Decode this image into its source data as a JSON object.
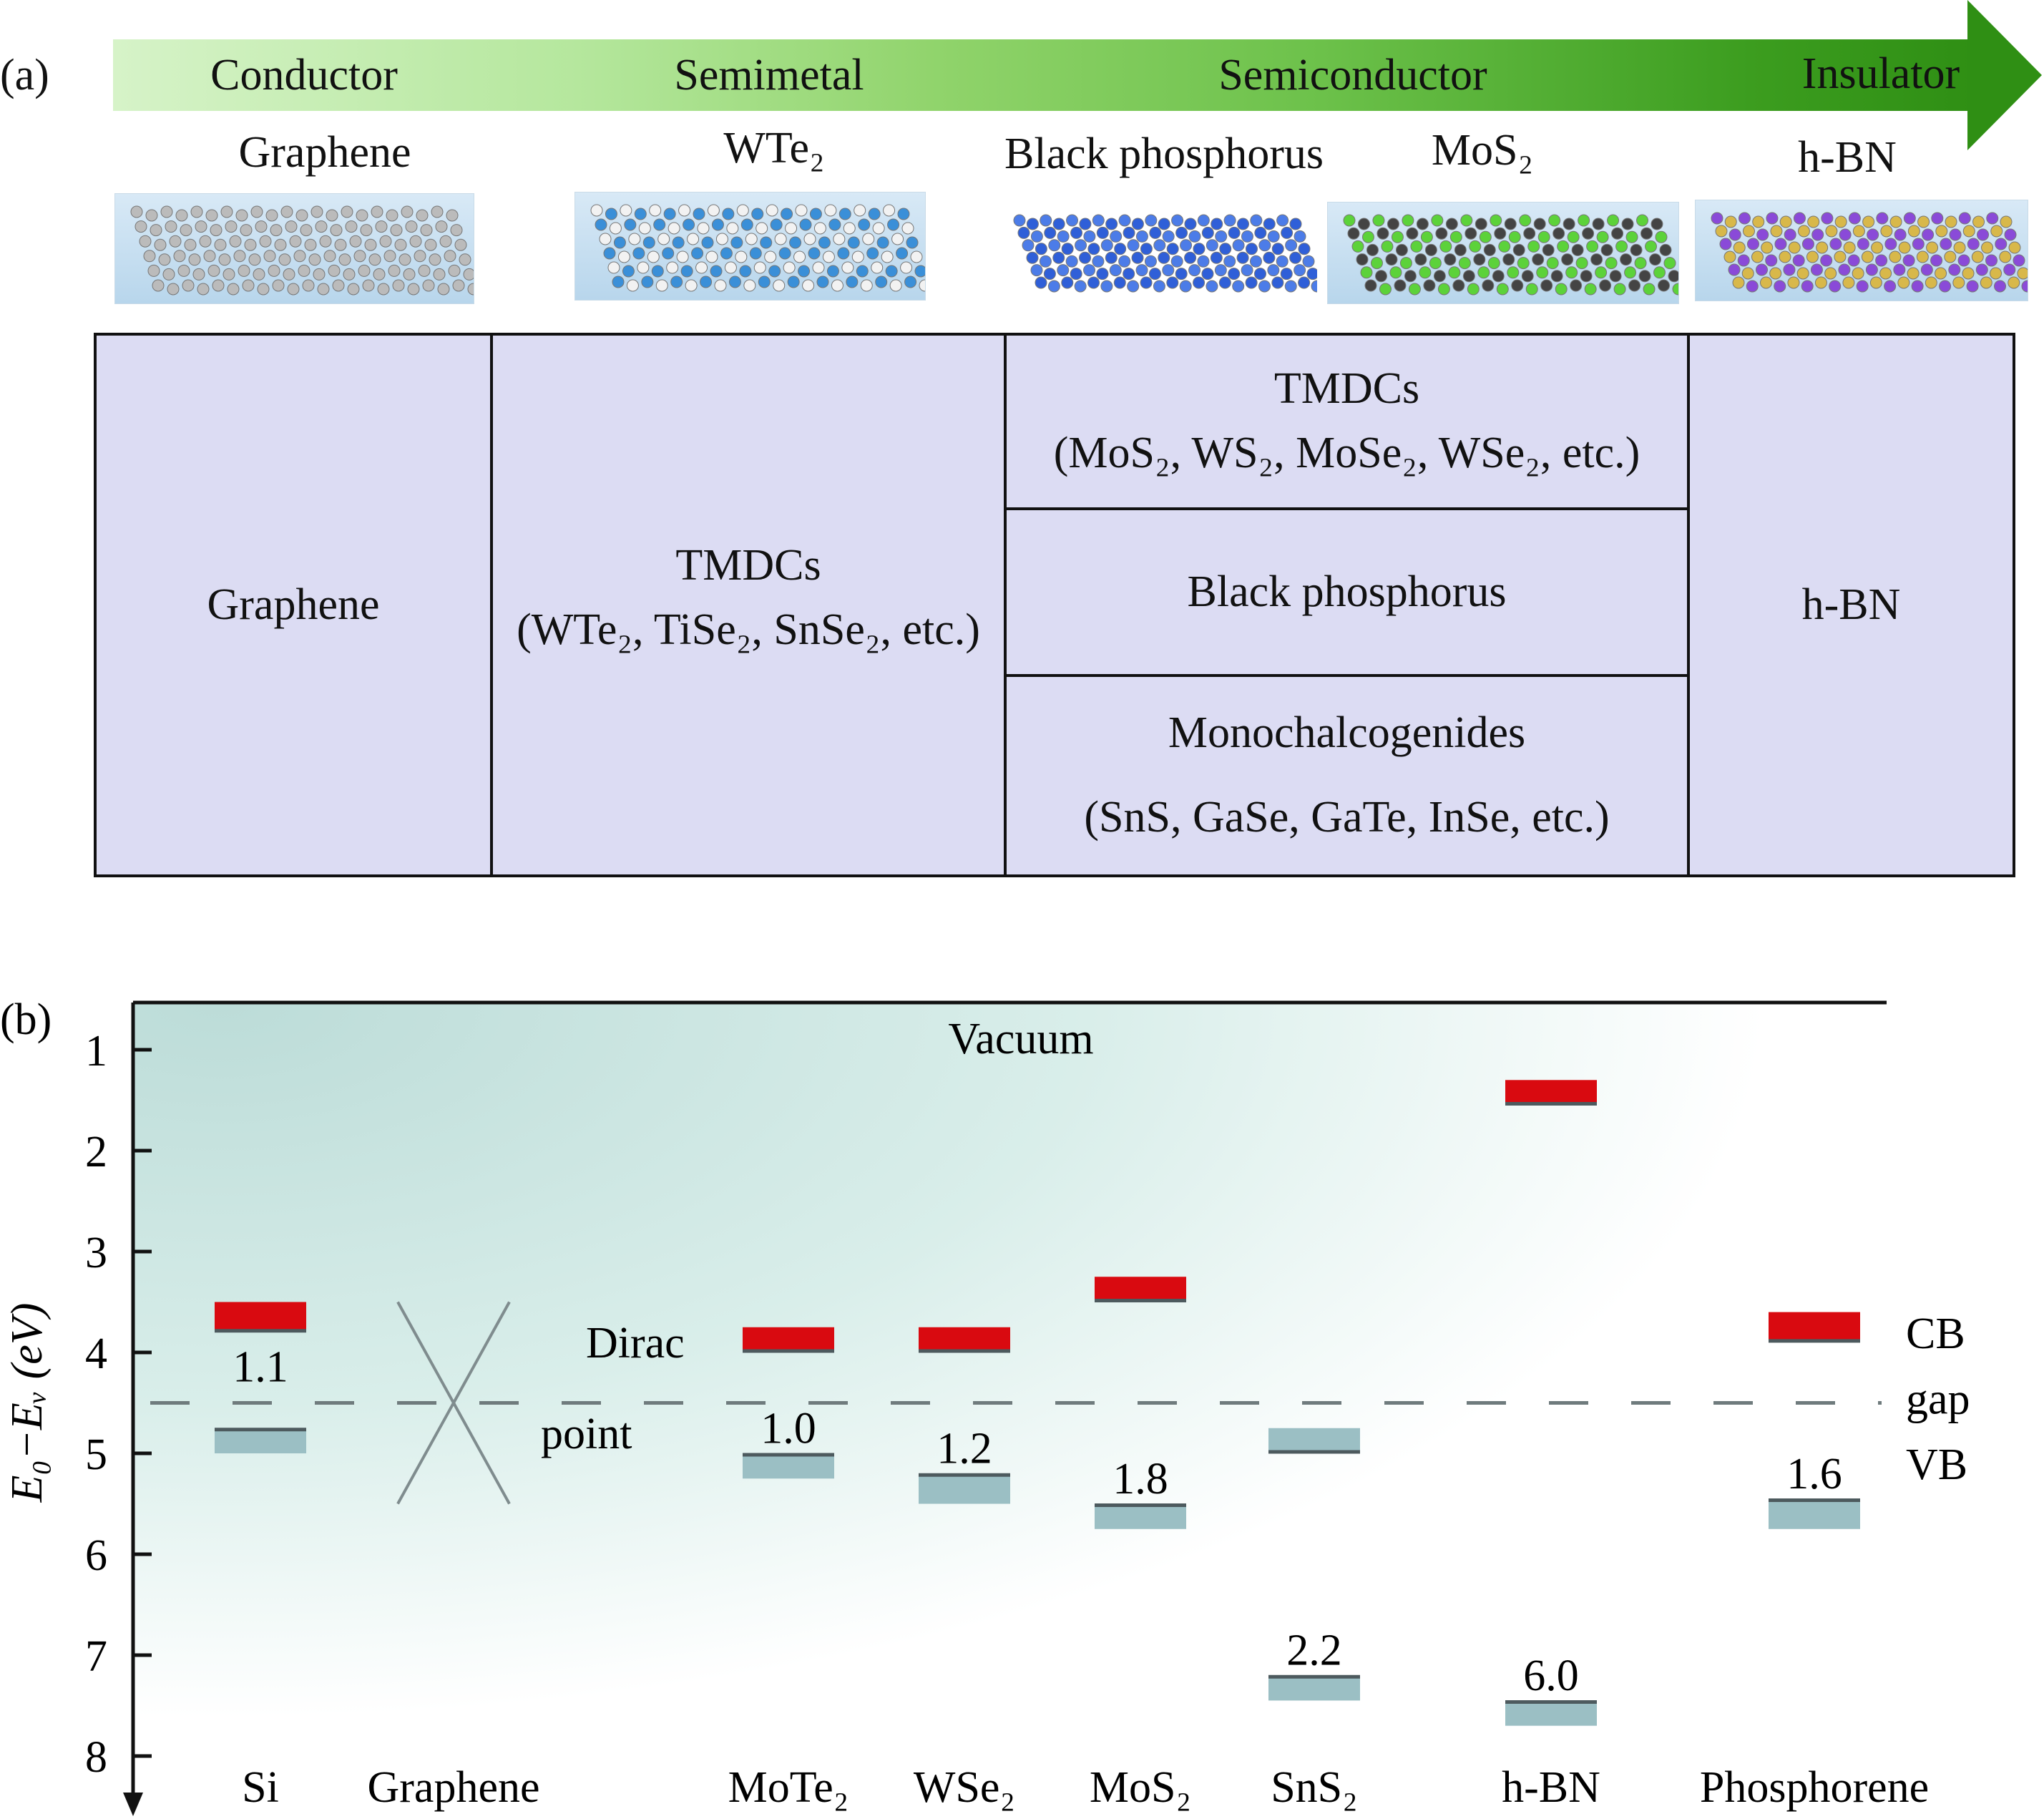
{
  "panel_a": {
    "label": "(a)",
    "categories": [
      "Conductor",
      "Semimetal",
      "Semiconductor",
      "Insulator"
    ],
    "materials": [
      "Graphene",
      "WTe₂",
      "Black phosphorus",
      "MoS₂",
      "h-BN"
    ],
    "table": {
      "graphene": "Graphene",
      "semimetal_title": "TMDCs",
      "semimetal_list": "(WTe₂, TiSe₂, SnSe₂, etc.)",
      "semi_tmdc_title": "TMDCs",
      "semi_tmdc_list": "(MoS₂, WS₂, MoSe₂, WSe₂, etc.)",
      "black_phosphorus": "Black phosphorus",
      "mono_title": "Monochalcogenides",
      "mono_list": "(SnS, GaSe, GaTe, InSe, etc.)",
      "hbn": "h-BN"
    },
    "colors": {
      "arrow_start": "#d6f3c8",
      "arrow_end": "#2f8f14",
      "table_fill": "#dcdcf3"
    }
  },
  "chart_data": {
    "type": "bar",
    "panel_label": "(b)",
    "title": "",
    "xlabel": "",
    "ylabel": "E₀−Eᵥ (eV)",
    "ylim": [
      0.5,
      8.5
    ],
    "y_inverted": true,
    "yticks": [
      "1",
      "2",
      "3",
      "4",
      "5",
      "6",
      "7",
      "8"
    ],
    "vacuum_label": "Vacuum",
    "reference_line": 4.5,
    "dirac_label": [
      "Dirac",
      "point"
    ],
    "legend": [
      "CB",
      "gap",
      "VB"
    ],
    "colors": {
      "cb": "#d90a10",
      "vb": "#9bbfc4",
      "edge": "#4d5a5e",
      "ref": "#6f7b7d"
    },
    "materials": [
      {
        "name": "Si",
        "cb": [
          3.5,
          3.8
        ],
        "vb": [
          4.75,
          5.0
        ],
        "gap": "1.1"
      },
      {
        "name": "Graphene",
        "dirac_point": 4.5,
        "cone": [
          3.5,
          5.5
        ]
      },
      {
        "name": "MoTe₂",
        "cb": [
          3.75,
          4.0
        ],
        "vb": [
          5.0,
          5.25
        ],
        "gap": "1.0"
      },
      {
        "name": "WSe₂",
        "cb": [
          3.75,
          4.0
        ],
        "vb": [
          5.2,
          5.5
        ],
        "gap": "1.2"
      },
      {
        "name": "MoS₂",
        "cb": [
          3.25,
          3.5
        ],
        "vb": [
          5.5,
          5.75
        ],
        "gap": "1.8"
      },
      {
        "name": "SnS₂",
        "cb": [
          4.75,
          5.0
        ],
        "vb": [
          7.2,
          7.45
        ],
        "gap": "2.2",
        "cb_style": "gray"
      },
      {
        "name": "h-BN",
        "cb": [
          1.3,
          1.55
        ],
        "vb": [
          7.45,
          7.7
        ],
        "gap": "6.0"
      },
      {
        "name": "Phosphorene",
        "cb": [
          3.6,
          3.9
        ],
        "vb": [
          5.45,
          5.75
        ],
        "gap": "1.6"
      }
    ]
  }
}
